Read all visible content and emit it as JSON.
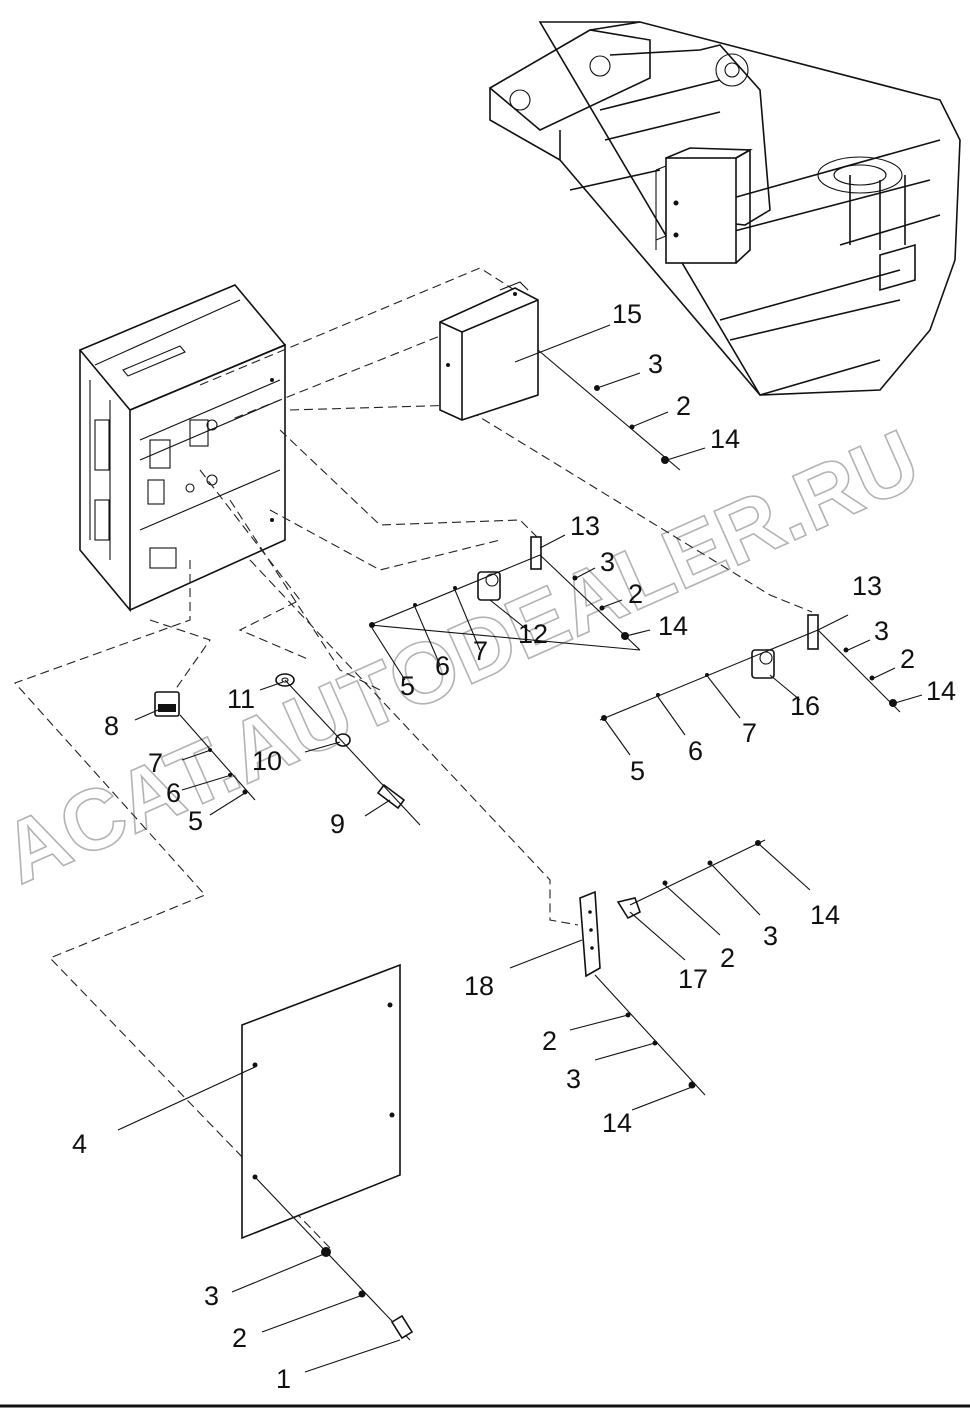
{
  "watermark": "ACAT.AUTODEALER.RU",
  "callouts": {
    "c1": "1",
    "c2a": "2",
    "c2b": "2",
    "c2c": "2",
    "c2d": "2",
    "c2e": "2",
    "c2f": "2",
    "c3a": "3",
    "c3b": "3",
    "c3c": "3",
    "c3d": "3",
    "c3e": "3",
    "c3f": "3",
    "c4": "4",
    "c5a": "5",
    "c5b": "5",
    "c5c": "5",
    "c6a": "6",
    "c6b": "6",
    "c6c": "6",
    "c7a": "7",
    "c7b": "7",
    "c7c": "7",
    "c8": "8",
    "c9": "9",
    "c10": "10",
    "c11": "11",
    "c12": "12",
    "c13a": "13",
    "c13b": "13",
    "c14a": "14",
    "c14b": "14",
    "c14c": "14",
    "c14d": "14",
    "c14e": "14",
    "c15": "15",
    "c16": "16",
    "c17": "17",
    "c18": "18"
  }
}
